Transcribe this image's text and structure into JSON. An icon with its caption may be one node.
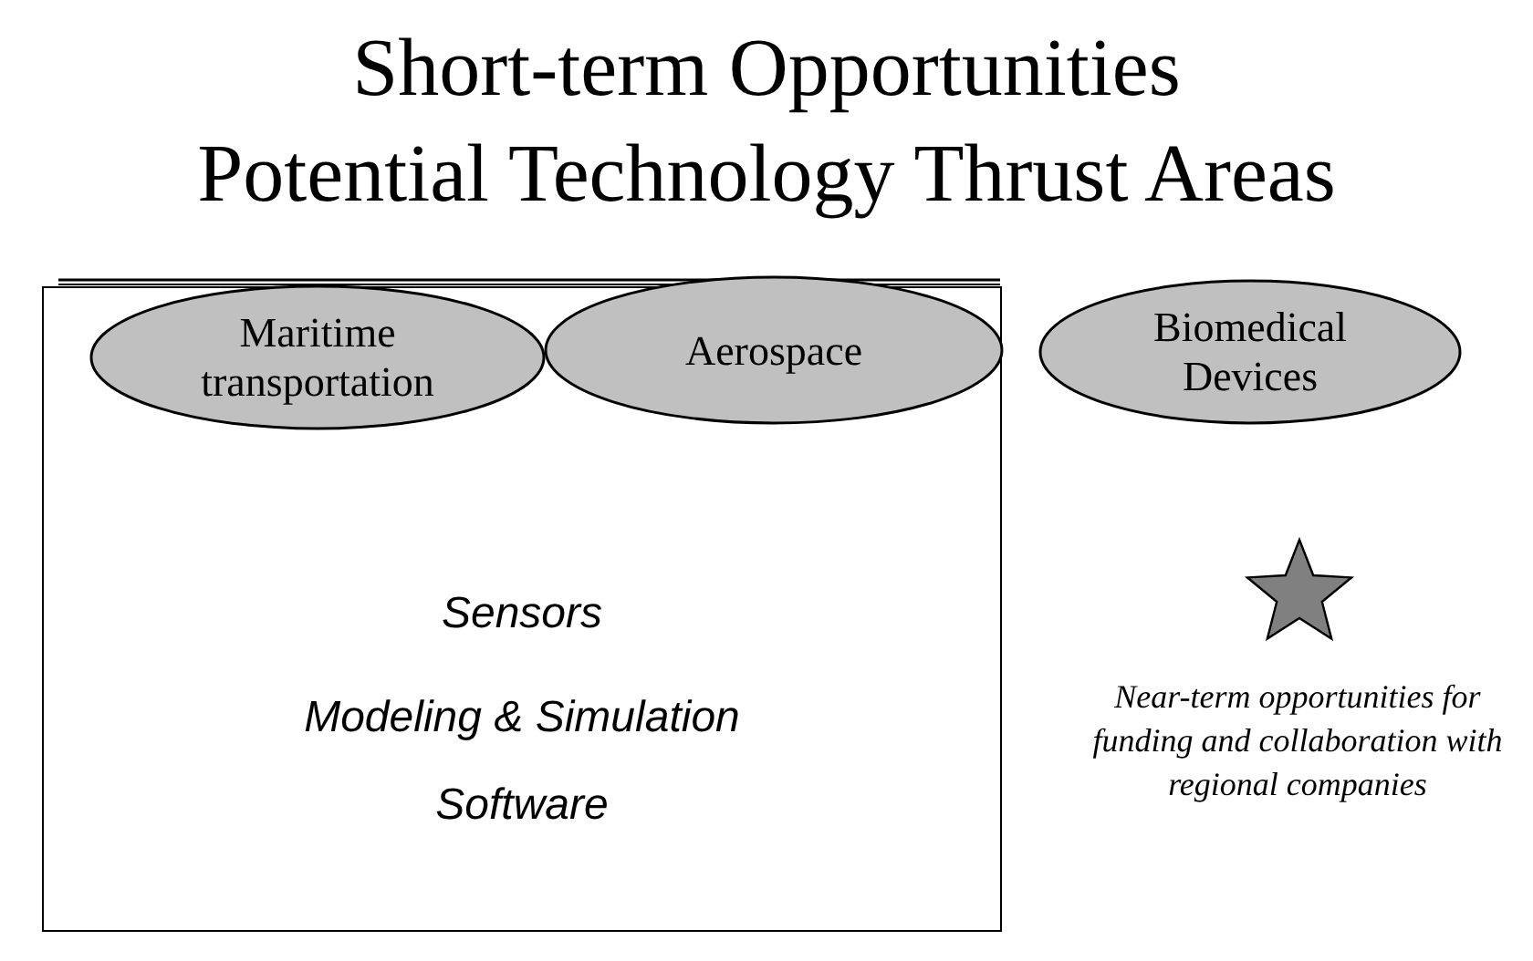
{
  "diagram": {
    "title": "Short-term Opportunities",
    "nodes": [
      {
        "text": [
          "Sensors",
          "Modeling & Simulation",
          "Software"
        ]
      },
      {
        "text": [
          "Maritime transportation"
        ],
        "in": 0
      },
      {
        "text": [
          "Aerospace"
        ],
        "in": 0
      },
      {
        "text": [
          "Biomedical Devices"
        ]
      }
    ],
    "edges": [],
    "labels": [
      "Potential Technology Thrust Areas",
      "Near-term opportunities for funding and collaboration with regional companies"
    ]
  }
}
